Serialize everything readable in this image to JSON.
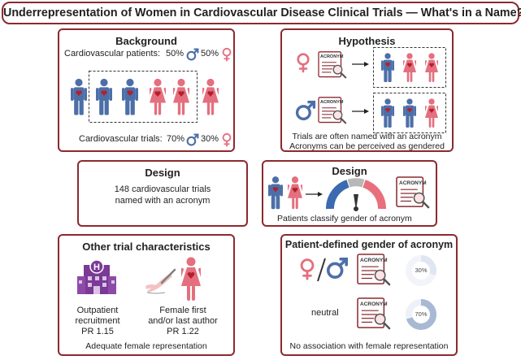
{
  "title": "Underrepresentation of Women in Cardiovascular Disease Clinical Trials — What's in a Name?",
  "background": {
    "heading": "Background",
    "patients_label": "Cardiovascular patients:",
    "patients_male_pct": "50%",
    "patients_female_pct": "50%",
    "trials_label": "Cardiovascular trials:",
    "trials_male_pct": "70%",
    "trials_female_pct": "30%"
  },
  "hypothesis": {
    "heading": "Hypothesis",
    "acronym_label": "ACRONYM",
    "line1": "Trials are often named with an acronym",
    "line2": "Acronyms can be perceived as gendered"
  },
  "design_left": {
    "heading": "Design",
    "line1": "148 cardiovascular trials",
    "line2": "named with an acronym"
  },
  "design_right": {
    "heading": "Design",
    "acronym_label": "ACRONYM",
    "caption": "Patients classify gender of acronym"
  },
  "other": {
    "heading": "Other trial characteristics",
    "outpatient_line1": "Outpatient",
    "outpatient_line2": "recruitment",
    "outpatient_pr": "PR 1.15",
    "author_line1": "Female first",
    "author_line2": "and/or last author",
    "author_pr": "PR 1.22",
    "footer": "Adequate female representation"
  },
  "patient_defined": {
    "heading": "Patient-defined gender of acronym",
    "acronym_label": "ACRONYM",
    "gendered_pct": "30%",
    "gendered_value": 30,
    "neutral_label": "neutral",
    "neutral_pct": "70%",
    "neutral_value": 70,
    "footer": "No association with female representation"
  },
  "colors": {
    "border": "#8b2a2f",
    "male": "#4d6fa8",
    "female": "#e46f7e",
    "heart": "#b3202c",
    "gauge_blue": "#3b6ab0",
    "gauge_red": "#e8707c",
    "gauge_gray": "#b8b8b8"
  }
}
